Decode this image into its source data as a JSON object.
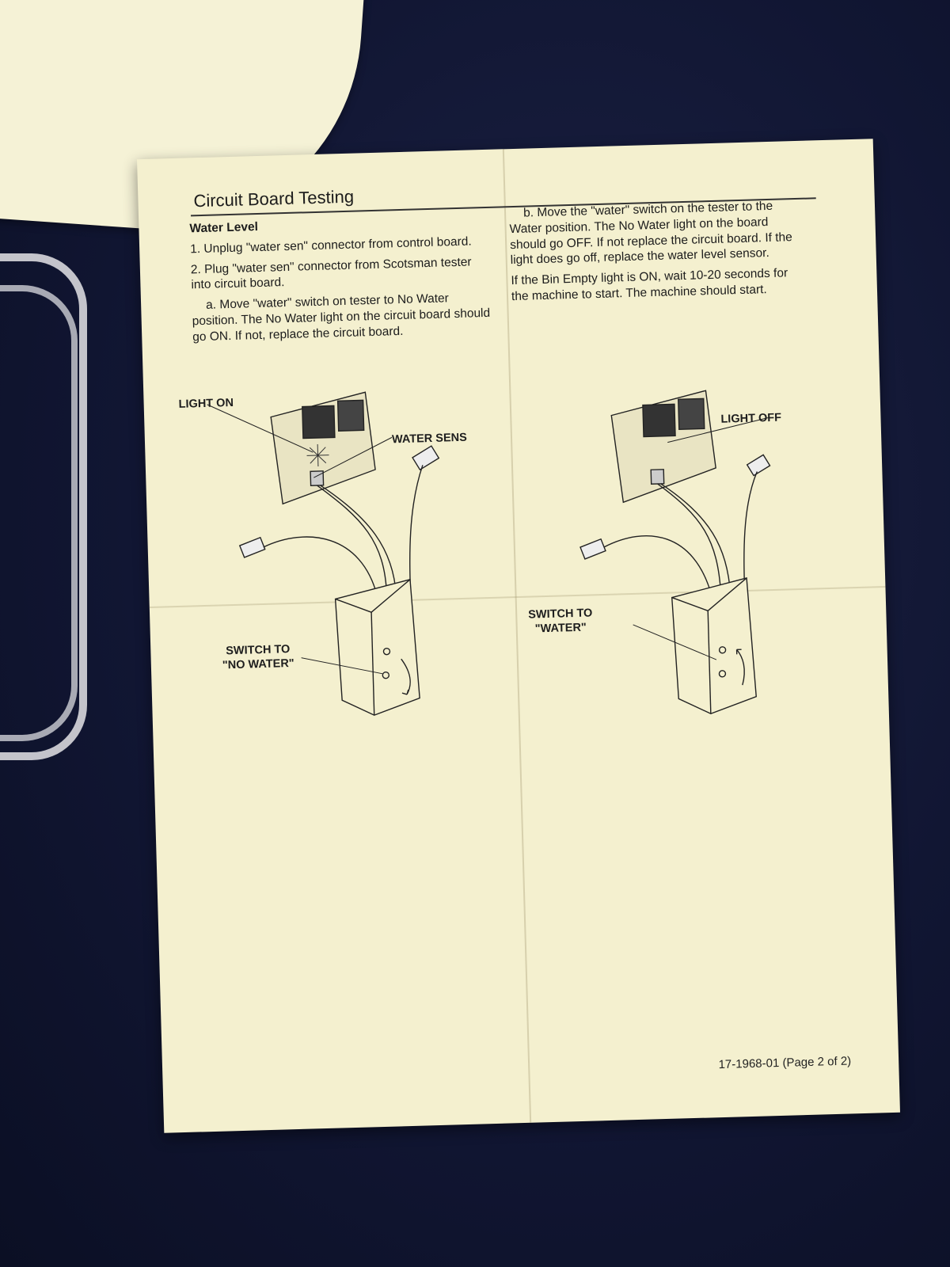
{
  "document": {
    "title": "Circuit Board Testing",
    "left_column": {
      "heading": "Water Level",
      "steps": [
        "1.  Unplug \"water sen\" connector from control board.",
        "2.  Plug \"water sen\" connector from Scotsman tester into circuit board.",
        "a. Move \"water\" switch on tester to No Water position.  The No Water light on the circuit board should go ON.  If not, replace the circuit board."
      ]
    },
    "right_column": {
      "paragraphs": [
        "b.  Move the \"water\" switch on the tester to the Water position.  The No Water light on the board should go OFF.  If not replace the circuit board.  If the light does go off, replace the water level sensor.",
        "If the Bin Empty light is ON, wait 10-20 seconds for the machine to start. The machine should start."
      ]
    },
    "figure_left": {
      "callout_light": "LIGHT ON",
      "callout_connector": "WATER SENS",
      "callout_switch_line1": "SWITCH TO",
      "callout_switch_line2": "\"NO WATER\""
    },
    "figure_right": {
      "callout_light": "LIGHT OFF",
      "callout_switch_line1": "SWITCH TO",
      "callout_switch_line2": "\"WATER\""
    },
    "footer": "17-1968-01 (Page 2 of 2)"
  }
}
